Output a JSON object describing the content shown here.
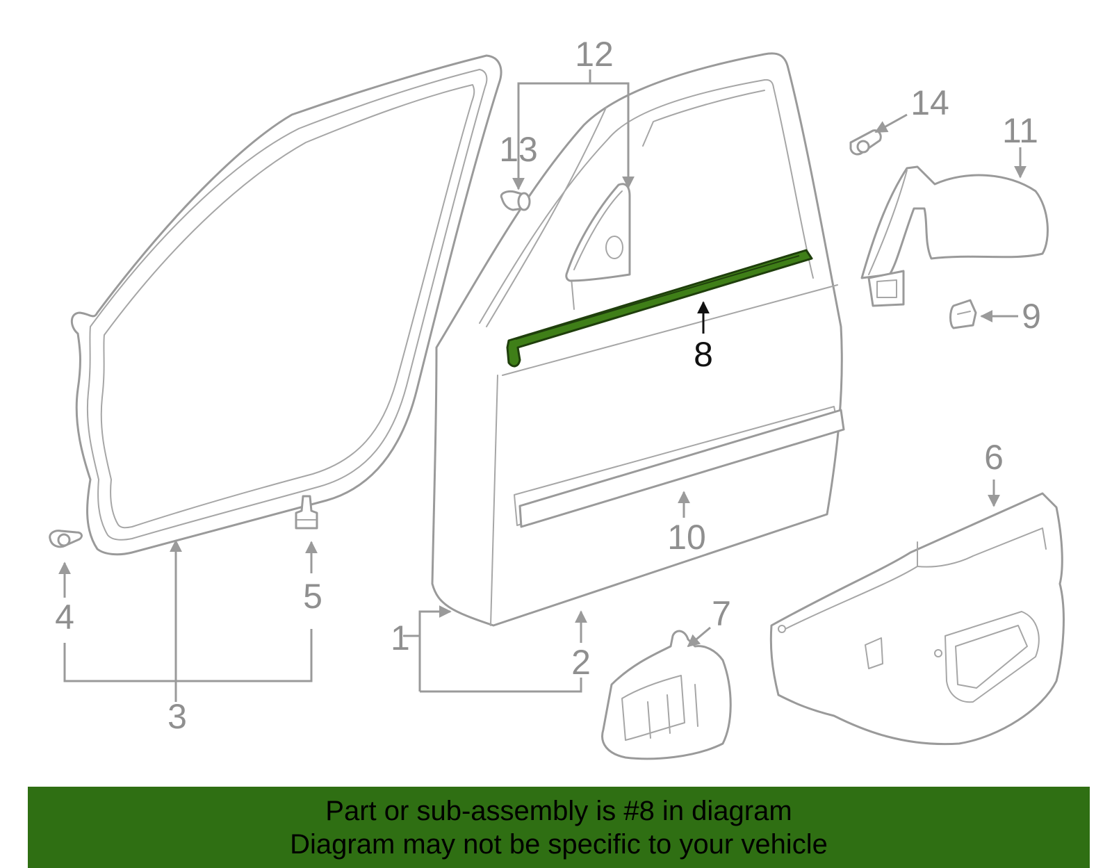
{
  "callouts": {
    "c1": "1",
    "c2": "2",
    "c3": "3",
    "c4": "4",
    "c5": "5",
    "c6": "6",
    "c7": "7",
    "c8": "8",
    "c9": "9",
    "c10": "10",
    "c11": "11",
    "c12": "12",
    "c13": "13",
    "c14": "14"
  },
  "banner": {
    "line1": "Part or sub-assembly is #8 in diagram",
    "line2": "Diagram may not be specific to your vehicle"
  },
  "colors": {
    "banner_bg": "#2f6f13",
    "highlight_part": "#3f7f18",
    "outline": "#9a9a9a"
  }
}
